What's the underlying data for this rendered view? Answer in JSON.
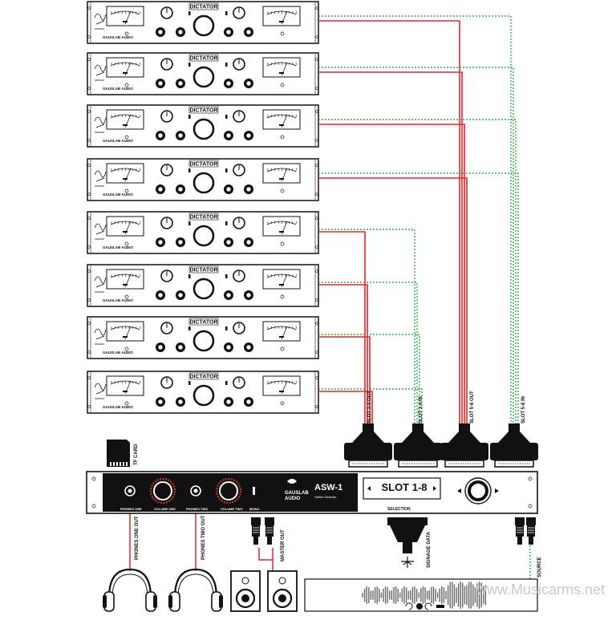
{
  "labels": {
    "slot_1_4_out": "SLOT 1-4 OUT",
    "slot_1_4_in": "SLOT 1-4 IN",
    "slot_5_8_out": "SLOT 5-8 OUT",
    "slot_5_8_in": "SLOT 5-8 IN",
    "tf_card": "TF CARD",
    "phones_one_out": "PHONES ONE OUT",
    "phones_two_out": "PHONES TWO OUT",
    "master_out": "MASTER OUT",
    "signage_data": "SIGNAGE DATA",
    "source": "SOURCE",
    "selection": "SELECTION"
  },
  "selector": {
    "display": "SLOT 1-8",
    "brand": "GAUSLAB AUDIO",
    "model": "ASW-1",
    "model_sub": "Switch Selector",
    "knob_labels": [
      "PHONES ONE",
      "VOLUME ONE",
      "PHONES TWO",
      "VOLUME TWO",
      "MONO"
    ]
  },
  "rack_unit": {
    "name": "DICTATOR",
    "brand": "GAUSLAB AUDIO"
  },
  "watermark": "www.Musicarms.net",
  "colors": {
    "red": "#e8232a",
    "green": "#2fae4a",
    "black": "#111111"
  }
}
